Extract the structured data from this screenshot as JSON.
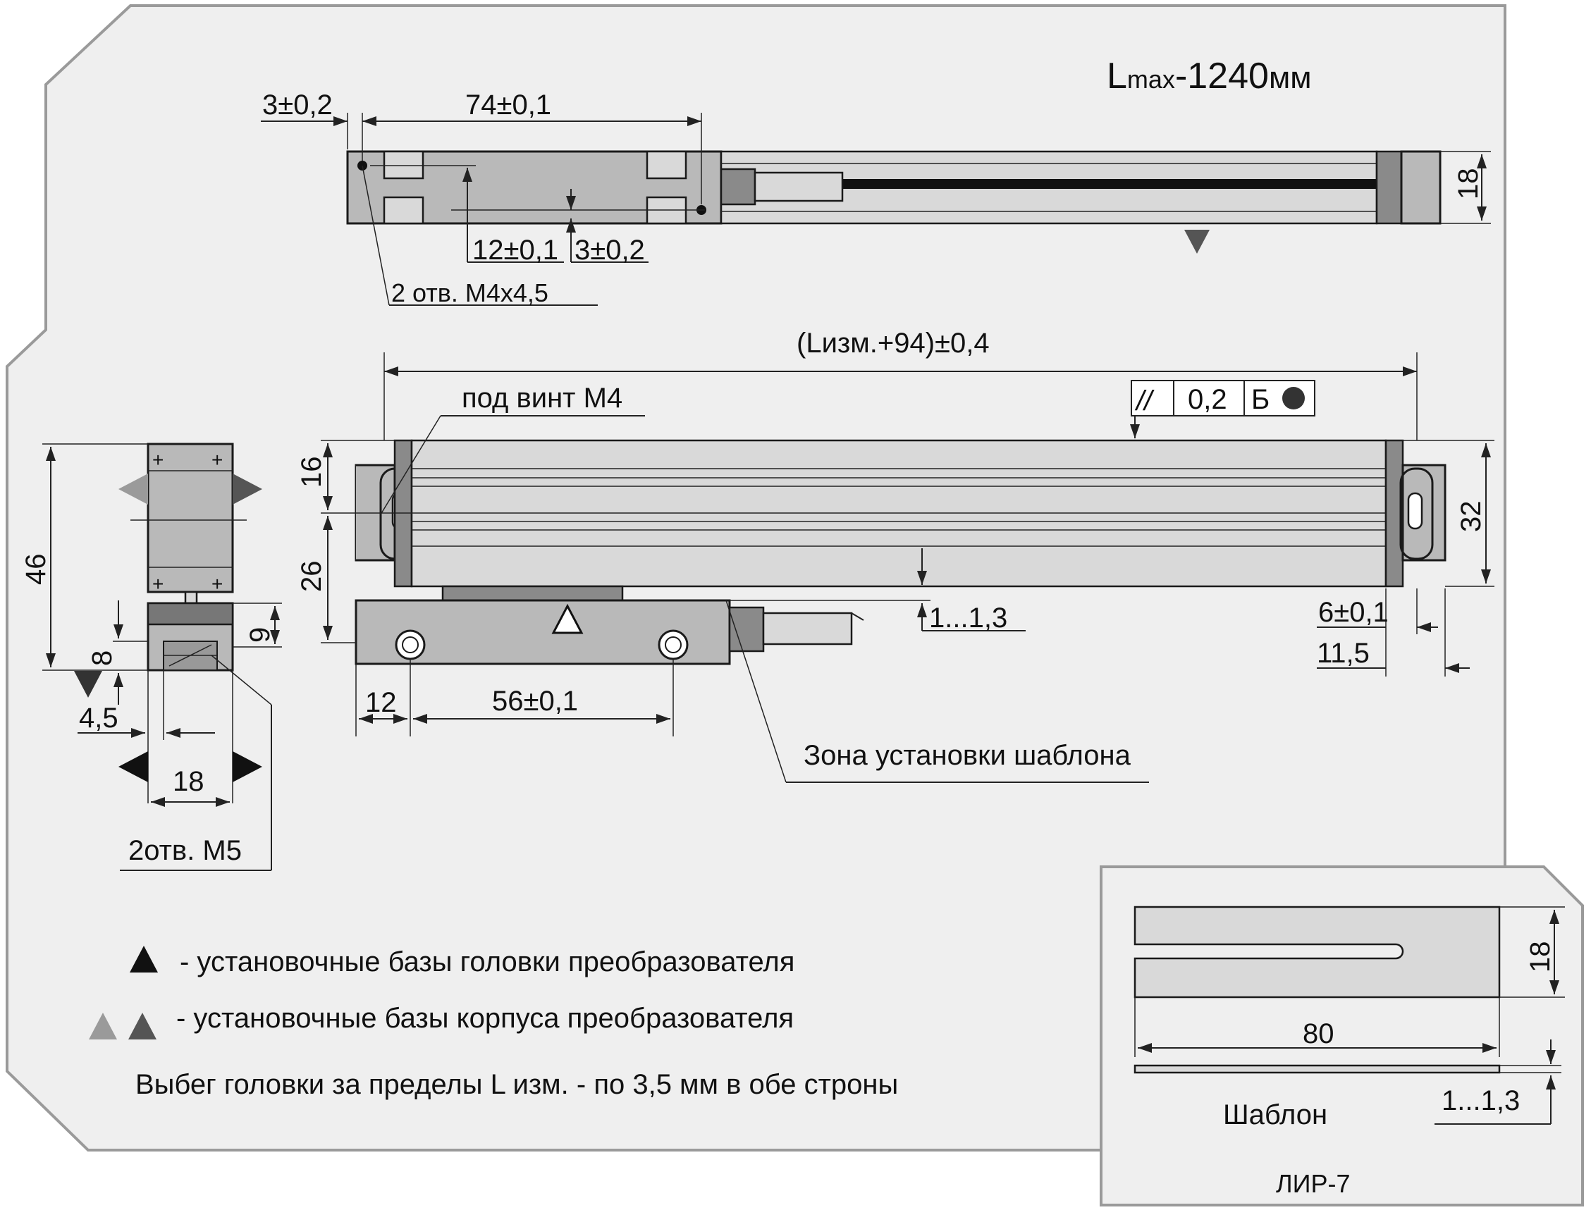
{
  "top_view": {
    "lmax_prefix": "L",
    "lmax_sub": "max",
    "lmax_value": "-1240",
    "lmax_unit": "мм",
    "dim_3": "3±0,2",
    "dim_74": "74±0,1",
    "dim_18": "18",
    "dim_12": "12±0,1",
    "dim_3b": "3±0,2",
    "holes_note": "2 отв. М4х4,5"
  },
  "front_view": {
    "length_dim": "(Lизм.+94)±0,4",
    "screw_note": "под винт М4",
    "tolerance_sym": "//",
    "tolerance_val": "0,2",
    "tolerance_ref": "Б",
    "dim_16": "16",
    "dim_26": "26",
    "dim_32": "32",
    "gap": "1...1,3",
    "dim_6": "6±0,1",
    "dim_11_5": "11,5",
    "dim_12": "12",
    "dim_56": "56±0,1",
    "template_zone": "Зона установки шаблона"
  },
  "side_view": {
    "dim_46": "46",
    "dim_8": "8",
    "dim_9": "9",
    "dim_4_5": "4,5",
    "dim_18": "18",
    "holes_note": "2отв. М5"
  },
  "legend": {
    "head_bases": "- установочные базы головки преобразователя",
    "body_bases": "- установочные базы корпуса преобразователя",
    "overrun": "Выбег головки за пределы L изм. - по 3,5 мм в обе строны"
  },
  "template": {
    "dim_18": "18",
    "dim_80": "80",
    "thickness": "1...1,3",
    "label": "Шаблон",
    "model": "ЛИР-7"
  }
}
